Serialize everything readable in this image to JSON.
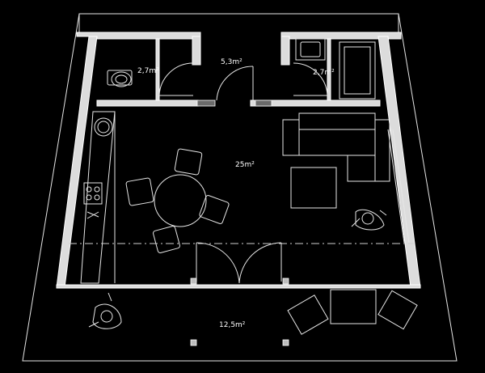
{
  "rooms": {
    "wc": "2,7m²",
    "hall": "5,3m²",
    "bath": "2,7m²",
    "living": "25m²",
    "terrace": "12,5m²"
  },
  "colors": {
    "background": "#000000",
    "lines": "#e6e6e6",
    "walls": "#dcdcdc"
  }
}
